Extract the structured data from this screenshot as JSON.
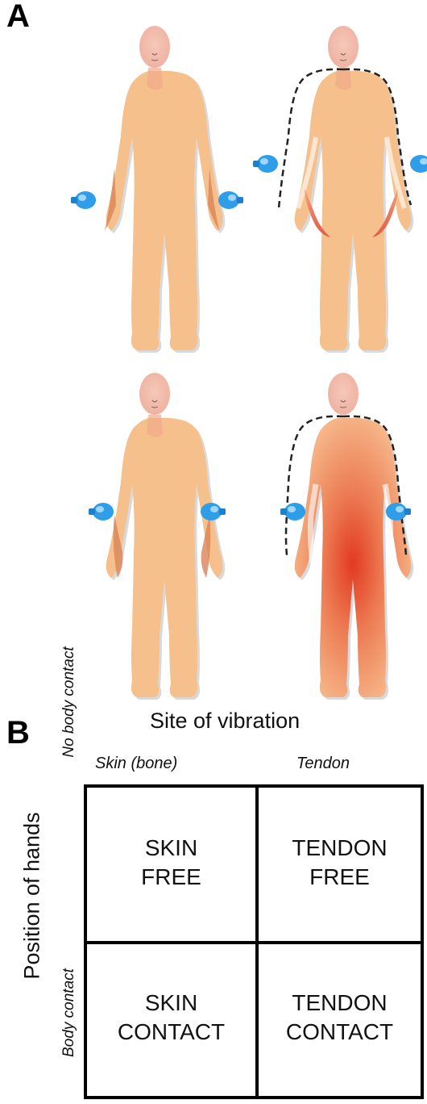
{
  "panels": {
    "a_label": "A",
    "b_label": "B"
  },
  "table": {
    "title": "Site of vibration",
    "columns": [
      "Skin (bone)",
      "Tendon"
    ],
    "row_title": "Position of hands",
    "rows": [
      "No body contact",
      "Body contact"
    ],
    "cells": [
      [
        "SKIN",
        "FREE"
      ],
      [
        "TENDON",
        "FREE"
      ],
      [
        "SKIN",
        "CONTACT"
      ],
      [
        "TENDON",
        "CONTACT"
      ]
    ]
  },
  "colors": {
    "skin": "#f6c08c",
    "head": "#f4c0b0",
    "vibrator": "#2f9ee8",
    "illusion_red": "#e8412a"
  }
}
